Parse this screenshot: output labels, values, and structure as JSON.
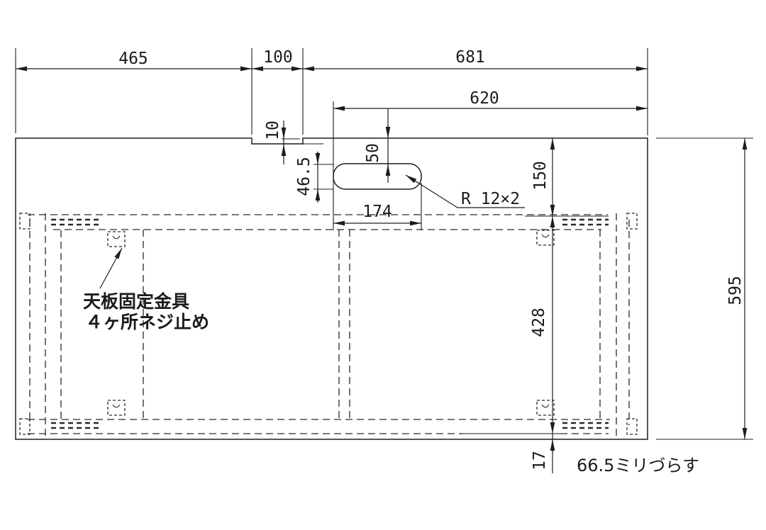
{
  "drawing": {
    "kind": "tabletop-underside-plan",
    "dims": {
      "width_left": "465",
      "width_notch": "100",
      "width_right": "681",
      "slot_edge_offset": "620",
      "notch_depth": "10",
      "slot_top_offset": "50",
      "slot_height": "46.5",
      "slot_width": "174",
      "frame_top_offset": "150",
      "frame_height": "428",
      "frame_bottom_offset": "17",
      "depth_total": "595"
    },
    "annotations": {
      "slot_radius_note": "R 12×2",
      "bracket_note_line1": "天板固定金具",
      "bracket_note_line2": "４ヶ所ネジ止め",
      "shift_note": "66.5ミリづらす"
    }
  }
}
